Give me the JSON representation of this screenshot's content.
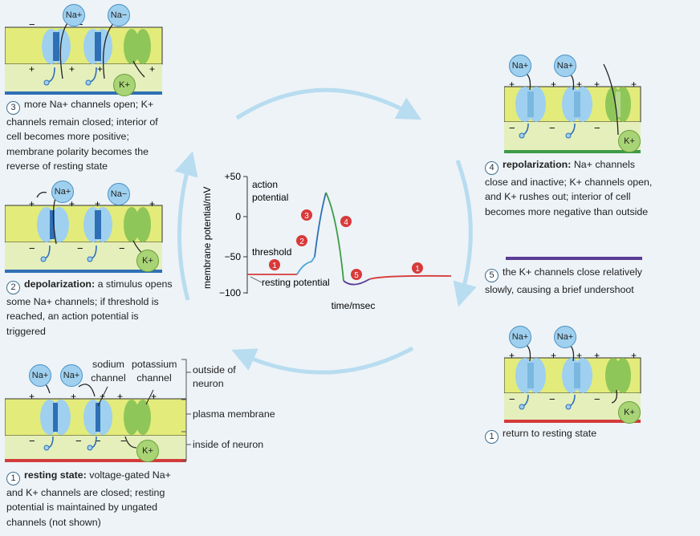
{
  "ions": {
    "na": "Na+",
    "na_alt": "Na−",
    "k": "K+"
  },
  "stages": {
    "s1": {
      "num": "1",
      "title": "resting state:",
      "text": " voltage-gated Na+ and K+ channels are closed; resting potential is maintained by ungated channels (not shown)"
    },
    "s2": {
      "num": "2",
      "title": "depolarization:",
      "text": " a stimulus opens some Na+ channels; if threshold is reached, an action potential is triggered"
    },
    "s3": {
      "num": "3",
      "title": "",
      "text": "more Na+ channels open; K+ channels remain closed; interior of cell becomes more positive; membrane polarity becomes the reverse of resting state"
    },
    "s4": {
      "num": "4",
      "title": "repolarization:",
      "text": " Na+ channels close and inactive; K+ channels open, and K+ rushes out; interior of cell becomes more negative than outside"
    },
    "s5": {
      "num": "5",
      "title": "",
      "text": "the K+ channels close relatively slowly, causing a brief undershoot"
    },
    "s6": {
      "num": "1",
      "title": "",
      "text": "return to resting state"
    }
  },
  "labels": {
    "sodium_channel": "sodium channel",
    "potassium_channel": "potassium channel",
    "outside": "outside of neuron",
    "membrane": "plasma membrane",
    "inside": "inside of neuron"
  },
  "graph": {
    "ylabel": "membrane potential/mV",
    "xlabel": "time/msec",
    "ticks": [
      "+50",
      "0",
      "−50",
      "−100"
    ],
    "action_potential": "action potential",
    "threshold": "threshold",
    "resting_potential": "resting potential",
    "markers": [
      "1",
      "2",
      "3",
      "4",
      "5",
      "1"
    ]
  },
  "colors": {
    "bilayer": "#e3ec7a",
    "inside": "#e4efbc",
    "na_channel": "#2f6fb6",
    "na_light": "#9fd0ef",
    "k_channel": "#8fc659",
    "cycle_arrow": "#b8dcf0",
    "marker": "#d83a3a"
  }
}
